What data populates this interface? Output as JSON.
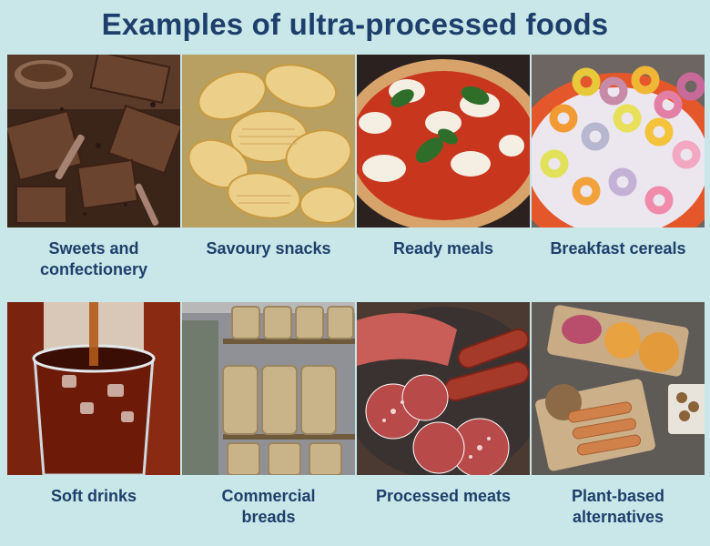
{
  "title": "Examples of ultra-processed foods",
  "items": [
    {
      "icon": "chocolate-photo",
      "label_lines": [
        "Sweets and",
        "confectionery"
      ]
    },
    {
      "icon": "crisps-photo",
      "label_lines": [
        "Savoury snacks"
      ]
    },
    {
      "icon": "pizza-photo",
      "label_lines": [
        "Ready meals"
      ]
    },
    {
      "icon": "cereal-photo",
      "label_lines": [
        "Breakfast cereals"
      ]
    },
    {
      "icon": "cola-photo",
      "label_lines": [
        "Soft drinks"
      ]
    },
    {
      "icon": "bread-photo",
      "label_lines": [
        "Commercial",
        "breads"
      ]
    },
    {
      "icon": "meats-photo",
      "label_lines": [
        "Processed meats"
      ]
    },
    {
      "icon": "plant-based-photo",
      "label_lines": [
        "Plant-based",
        "alternatives"
      ]
    }
  ],
  "colors": {
    "background": "#c9e6e8",
    "text": "#1e3f6b"
  }
}
